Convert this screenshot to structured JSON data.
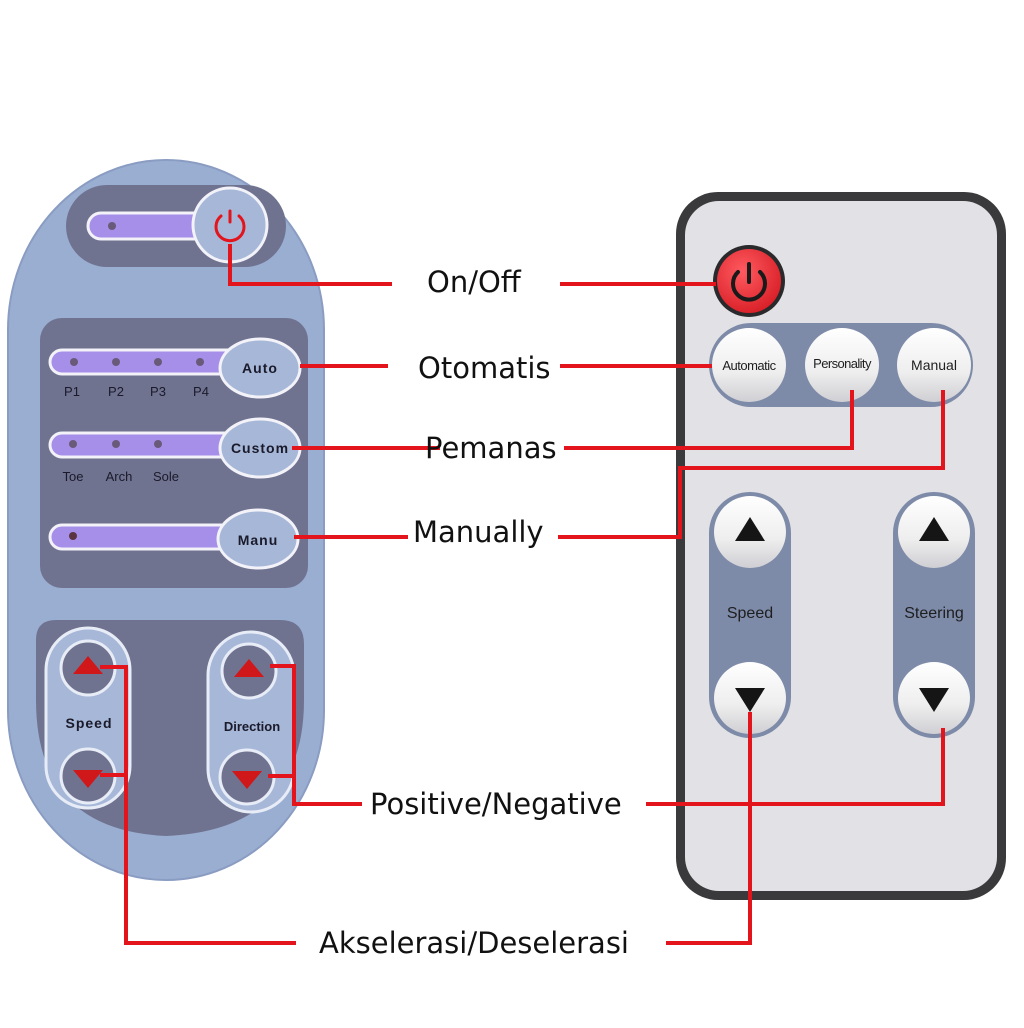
{
  "colors": {
    "callout_line": "#e3141b",
    "left_remote_body": "#9aaed2",
    "left_remote_panel": "#6f7390",
    "left_led_strip": "#a58fe8",
    "left_button": "#a6b7d8",
    "left_arrow": "#d0181a",
    "right_remote_frame": "#3a3a3c",
    "right_remote_face": "#e2e2e6",
    "right_button_band": "#7d8aa8",
    "power_red": "#ee2b32"
  },
  "left_remote": {
    "power_icon": "power-icon",
    "auto_label": "Auto",
    "auto_leds": [
      "P1",
      "P2",
      "P3",
      "P4"
    ],
    "custom_label": "Custom",
    "custom_leds": [
      "Toe",
      "Arch",
      "Sole"
    ],
    "manu_label": "Manu",
    "speed_label": "Speed",
    "direction_label": "Direction"
  },
  "right_remote": {
    "power_icon": "power-icon",
    "automatic_label": "Automatic",
    "personality_label": "Personality",
    "manual_label": "Manual",
    "speed_label": "Speed",
    "steering_label": "Steering"
  },
  "callouts": {
    "on_off": "On/Off",
    "otomatis": "Otomatis",
    "pemanas": "Pemanas",
    "manually": "Manually",
    "positive_negative": "Positive/Negative",
    "akselerasi": "Akselerasi/Deselerasi"
  }
}
